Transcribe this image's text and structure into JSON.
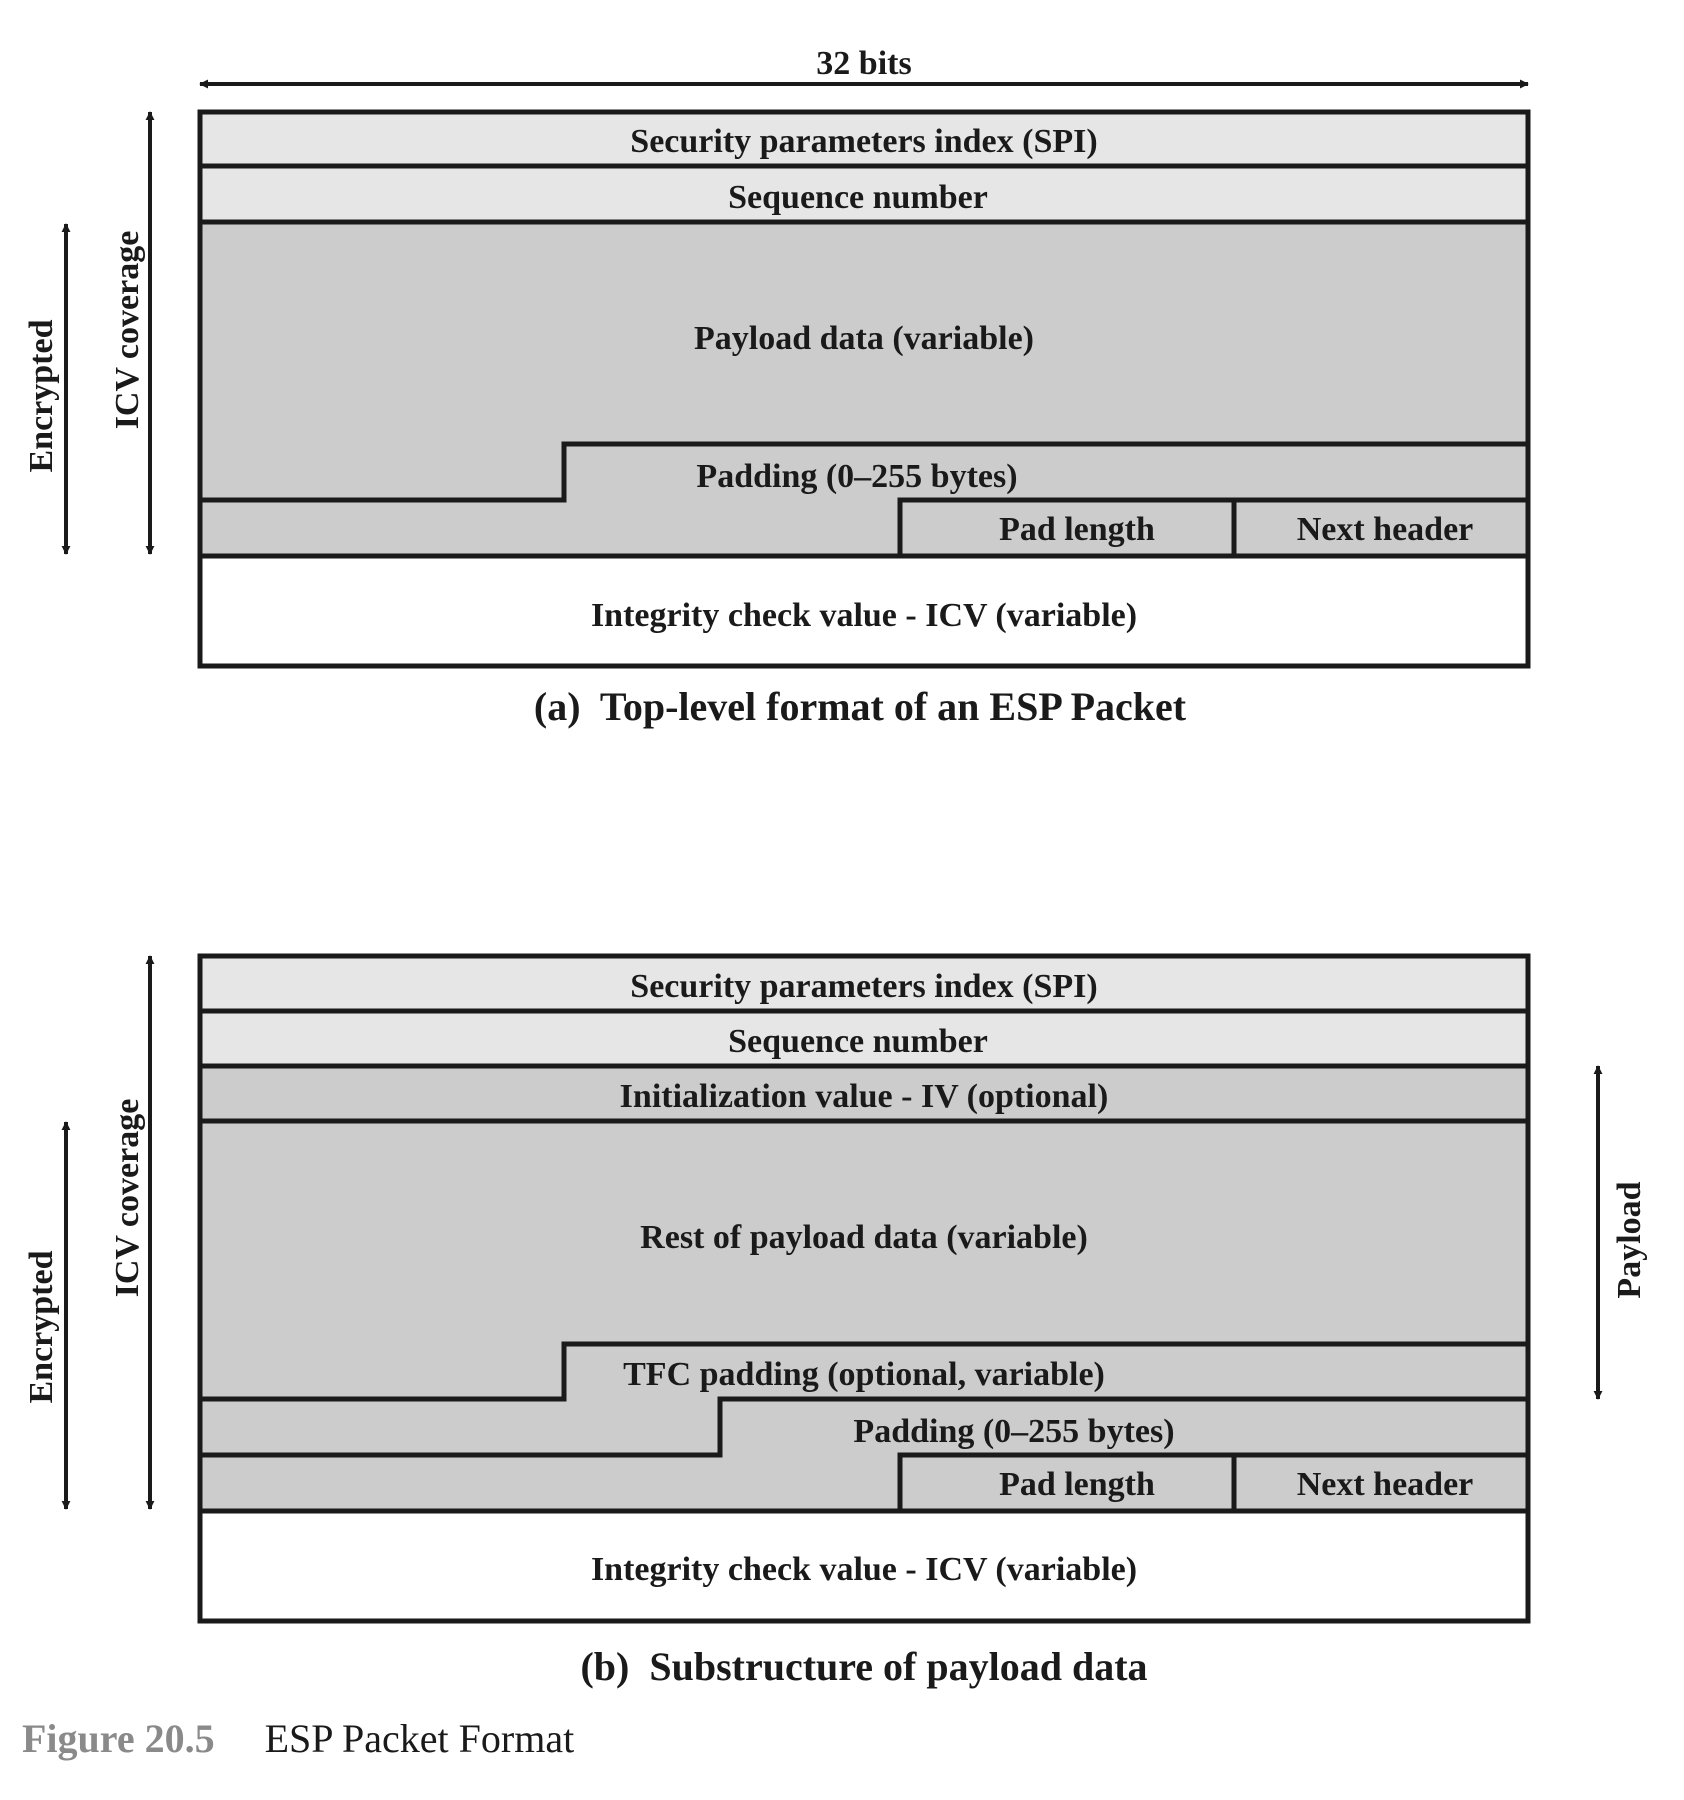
{
  "width_label": "32 bits",
  "diagram_a": {
    "spi": "Security parameters index (SPI)",
    "sequence": "Sequence number",
    "payload": "Payload data (variable)",
    "padding": "Padding (0–255 bytes)",
    "pad_length": "Pad length",
    "next_header": "Next header",
    "icv": "Integrity check value - ICV (variable)",
    "encrypted": "Encrypted",
    "icv_coverage": "ICV coverage",
    "caption": "(a)  Top-level format of an ESP Packet"
  },
  "diagram_b": {
    "spi": "Security parameters index (SPI)",
    "sequence": "Sequence number",
    "iv": "Initialization value - IV (optional)",
    "payload": "Rest of payload data (variable)",
    "tfc_padding": "TFC padding (optional, variable)",
    "padding": "Padding (0–255 bytes)",
    "pad_length": "Pad length",
    "next_header": "Next header",
    "icv": "Integrity check value - ICV (variable)",
    "encrypted": "Encrypted",
    "icv_coverage": "ICV coverage",
    "payload_label": "Payload",
    "caption": "(b)  Substructure of payload data"
  },
  "figure": {
    "number": "Figure 20.5",
    "title": "ESP Packet Format"
  },
  "colors": {
    "light_fill": "#e6e6e6",
    "dark_fill": "#cccccc",
    "stroke": "#1a1a1a",
    "figure_number": "#8a8a8a"
  }
}
